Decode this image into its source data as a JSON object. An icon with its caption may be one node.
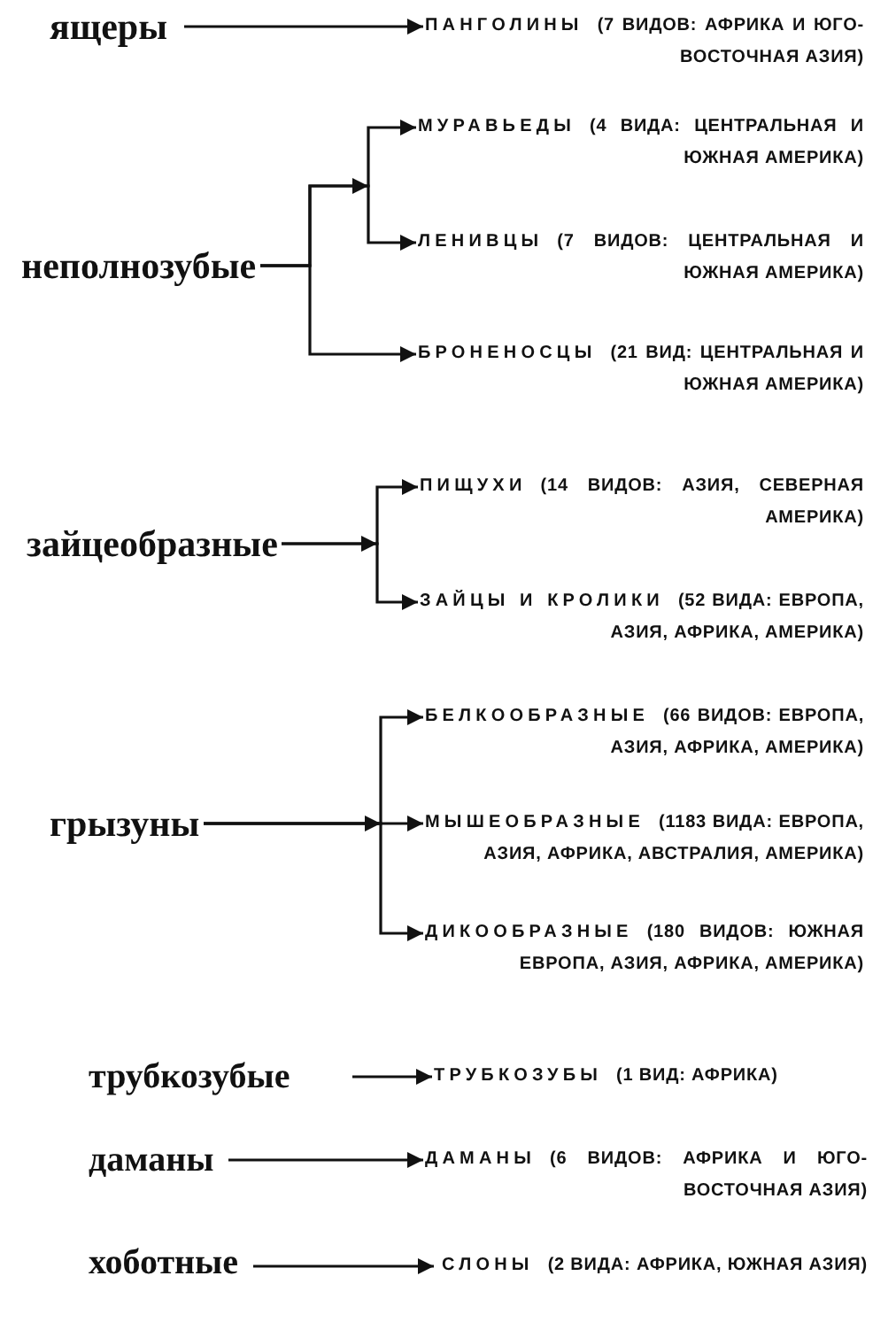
{
  "diagram": {
    "nodes": [
      {
        "text": [
          "ящеры"
        ]
      },
      {
        "text": [
          "ПАНГОЛИНЫ",
          "(7 ВИДОВ: АФРИКА И ЮГО-ВОСТОЧНАЯ АЗИЯ)"
        ]
      },
      {
        "text": [
          "неполнозубые"
        ]
      },
      {
        "text": [
          "МУРАВЬЕДЫ",
          "(4 ВИДА: ЦЕНТРАЛЬНАЯ И ЮЖНАЯ АМЕРИКА)"
        ]
      },
      {
        "text": [
          "ЛЕНИВЦЫ",
          "(7 ВИДОВ: ЦЕНТРАЛЬНАЯ И ЮЖНАЯ АМЕРИКА)"
        ]
      },
      {
        "text": [
          "БРОНЕНОСЦЫ",
          "(21 ВИД: ЦЕНТРАЛЬНАЯ И ЮЖНАЯ АМЕРИКА)"
        ]
      },
      {
        "text": [
          "зайцеобразные"
        ]
      },
      {
        "text": [
          "ПИЩУХИ",
          "(14 ВИДОВ: АЗИЯ, СЕВЕРНАЯ АМЕРИКА)"
        ]
      },
      {
        "text": [
          "ЗАЙЦЫ И КРОЛИКИ",
          "(52 ВИДА: ЕВРОПА, АЗИЯ, АФРИКА, АМЕРИКА)"
        ]
      },
      {
        "text": [
          "грызуны"
        ]
      },
      {
        "text": [
          "БЕЛКООБРАЗНЫЕ",
          "(66 ВИДОВ: ЕВРОПА, АЗИЯ, АФРИКА, АМЕРИКА)"
        ]
      },
      {
        "text": [
          "МЫШЕОБРАЗНЫЕ",
          "(1183 ВИДА: ЕВРОПА, АЗИЯ, АФРИКА, АВСТРАЛИЯ, АМЕРИКА)"
        ]
      },
      {
        "text": [
          "ДИКООБРАЗНЫЕ",
          "(180 ВИДОВ: ЮЖНАЯ ЕВРОПА, АЗИЯ, АФРИКА, АМЕРИКА)"
        ]
      },
      {
        "text": [
          "трубкозубые"
        ]
      },
      {
        "text": [
          "ТРУБКОЗУБЫ",
          "(1 ВИД: АФРИКА)"
        ]
      },
      {
        "text": [
          "даманы"
        ]
      },
      {
        "text": [
          "ДАМАНЫ",
          "(6 ВИДОВ: АФРИКА И ЮГО-ВОСТОЧНАЯ АЗИЯ)"
        ]
      },
      {
        "text": [
          "хоботные"
        ]
      },
      {
        "text": [
          "СЛОНЫ",
          "(2 ВИДА: АФРИКА, ЮЖНАЯ АЗИЯ)"
        ]
      }
    ],
    "edges": [
      {
        "from": 0,
        "to": 1,
        "arrow": "to"
      },
      {
        "from": 2,
        "to": 3,
        "arrow": "to"
      },
      {
        "from": 2,
        "to": 4,
        "arrow": "to"
      },
      {
        "from": 2,
        "to": 5,
        "arrow": "to"
      },
      {
        "from": 6,
        "to": 7,
        "arrow": "to"
      },
      {
        "from": 6,
        "to": 8,
        "arrow": "to"
      },
      {
        "from": 9,
        "to": 10,
        "arrow": "to"
      },
      {
        "from": 9,
        "to": 11,
        "arrow": "to"
      },
      {
        "from": 9,
        "to": 12,
        "arrow": "to"
      },
      {
        "from": 13,
        "to": 14,
        "arrow": "to"
      },
      {
        "from": 15,
        "to": 16,
        "arrow": "to"
      },
      {
        "from": 17,
        "to": 18,
        "arrow": "to"
      }
    ]
  }
}
